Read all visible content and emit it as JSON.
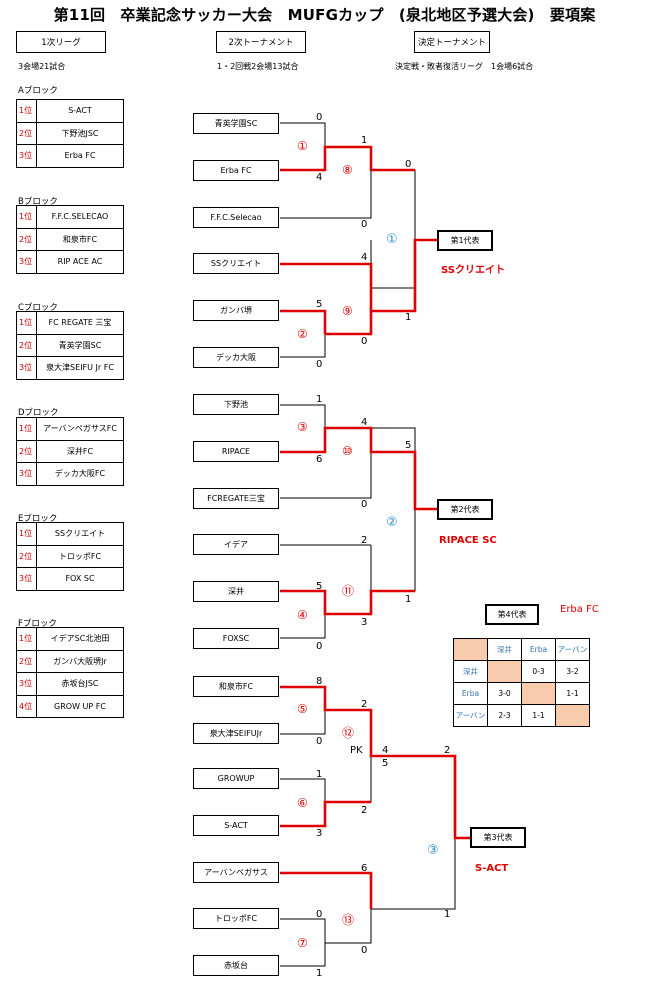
{
  "title": "第11回　卒業記念サッカー大会　MUFGカップ　(泉北地区予選大会)　要項案",
  "stages": [
    {
      "label": "1次リーグ",
      "note": "3会場21試合"
    },
    {
      "label": "2次トーナメント",
      "note": "1・2回戦2会場13試合"
    },
    {
      "label": "決定トーナメント",
      "note": "決定戦・敗者復活リーグ　1会場6試合"
    }
  ],
  "groups": [
    {
      "title": "Aブロック",
      "rows": [
        {
          "rank": "1位",
          "team": "S-ACT"
        },
        {
          "rank": "2位",
          "team": "下野池JSC"
        },
        {
          "rank": "3位",
          "team": "Erba FC"
        }
      ]
    },
    {
      "title": "Bブロック",
      "rows": [
        {
          "rank": "1位",
          "team": "F.F.C.SELECAO"
        },
        {
          "rank": "2位",
          "team": "和泉市FC"
        },
        {
          "rank": "3位",
          "team": "RIP ACE AC"
        }
      ]
    },
    {
      "title": "Cブロック",
      "rows": [
        {
          "rank": "1位",
          "team": "FC REGATE 三宝"
        },
        {
          "rank": "2位",
          "team": "青英学園SC"
        },
        {
          "rank": "3位",
          "team": "泉大津SEIFU Jr  FC"
        }
      ]
    },
    {
      "title": "Dブロック",
      "rows": [
        {
          "rank": "1位",
          "team": "アーバンペガサスFC"
        },
        {
          "rank": "2位",
          "team": "深井FC"
        },
        {
          "rank": "3位",
          "team": "デッカ大阪FC"
        }
      ]
    },
    {
      "title": "Eブロック",
      "rows": [
        {
          "rank": "1位",
          "team": "SSクリエイト"
        },
        {
          "rank": "2位",
          "team": "トロッポFC"
        },
        {
          "rank": "3位",
          "team": "FOX  SC"
        }
      ]
    },
    {
      "title": "Fブロック",
      "rows": [
        {
          "rank": "1位",
          "team": "イデアSC北池田"
        },
        {
          "rank": "2位",
          "team": "ガンバ大阪堺Jr"
        },
        {
          "rank": "3位",
          "team": "赤坂台JSC"
        },
        {
          "rank": "4位",
          "team": "GROW UP FC"
        }
      ]
    }
  ],
  "bracket_teams": [
    "青英学園SC",
    "Erba FC",
    "F.F.C.Selecao",
    "SSクリエイト",
    "ガンバ堺",
    "デッカ大阪",
    "下野池",
    "RIPACE",
    "FCREGATE三宝",
    "イデア",
    "深井",
    "FOXSC",
    "和泉市FC",
    "泉大津SEIFUJr",
    "GROWUP",
    "S-ACT",
    "アーバンペガサス",
    "トロッポFC",
    "赤坂台"
  ],
  "scores": [
    "0",
    "4",
    "1",
    "0",
    "0",
    "4",
    "5",
    "0",
    "0",
    "1",
    "1",
    "6",
    "4",
    "0",
    "5",
    "2",
    "5",
    "3",
    "0",
    "1",
    "8",
    "0",
    "2",
    "4",
    "5",
    "2",
    "1",
    "3",
    "2",
    "6",
    "0",
    "1",
    "0",
    "1"
  ],
  "pk_label": "PK",
  "match_numbers": [
    "①",
    "⑧",
    "⑨",
    "②",
    "③",
    "⑩",
    "⑪",
    "④",
    "⑤",
    "⑫",
    "⑥",
    "⑦",
    "⑬"
  ],
  "finals": [
    "①",
    "②",
    "③"
  ],
  "representatives": [
    {
      "label": "第1代表",
      "winner": "SSクリエイト"
    },
    {
      "label": "第2代表",
      "winner": "RIPACE SC"
    },
    {
      "label": "第3代表",
      "winner": "S-ACT"
    },
    {
      "label": "第4代表",
      "winner": "Erba FC"
    }
  ],
  "league": {
    "headers": [
      "",
      "深井",
      "Erba",
      "アーバン"
    ],
    "rows": [
      [
        "深井",
        "",
        "0-3",
        "3-2"
      ],
      [
        "Erba",
        "3-0",
        "",
        "1-1"
      ],
      [
        "アーバン",
        "2-3",
        "1-1",
        ""
      ]
    ]
  },
  "colors": {
    "winner_line": "#e00000",
    "circle_red": "#e00000",
    "circle_blue": "#2f8fd0",
    "rank_red": "#c00000",
    "table_fill": "#f8cbad"
  }
}
